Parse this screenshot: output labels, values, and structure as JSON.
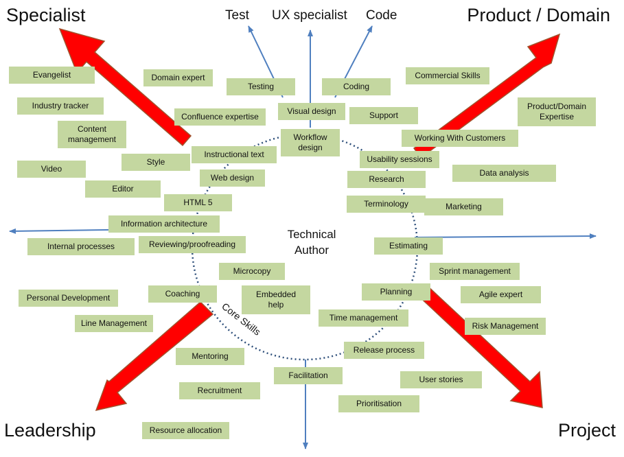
{
  "corners": {
    "specialist": "Specialist",
    "product_domain": "Product / Domain",
    "leadership": "Leadership",
    "project": "Project"
  },
  "axes": {
    "test": "Test",
    "ux_specialist": "UX specialist",
    "code": "Code"
  },
  "center": {
    "line1": "Technical",
    "line2": "Author"
  },
  "core_label": "Core Skills",
  "colors": {
    "box": "#c4d7a0",
    "arrow_red": "#ff0000",
    "arrow_outline": "#a0522d",
    "blue_arrow": "#4f7fbf",
    "circle": "#2e4f7a"
  },
  "skills": [
    {
      "id": "evangelist",
      "text": "Evangelist"
    },
    {
      "id": "domain-expert",
      "text": "Domain expert"
    },
    {
      "id": "testing",
      "text": "Testing"
    },
    {
      "id": "coding",
      "text": "Coding"
    },
    {
      "id": "commercial-skills",
      "text": "Commercial Skills"
    },
    {
      "id": "industry-tracker",
      "text": "Industry tracker"
    },
    {
      "id": "confluence-expertise",
      "text": "Confluence expertise"
    },
    {
      "id": "visual-design",
      "text": "Visual design"
    },
    {
      "id": "support",
      "text": "Support"
    },
    {
      "id": "product-domain-expertise",
      "text": "Product/Domain\nExpertise"
    },
    {
      "id": "content-management",
      "text": "Content\nmanagement"
    },
    {
      "id": "workflow-design",
      "text": "Workflow\ndesign"
    },
    {
      "id": "working-with-customers",
      "text": "Working With Customers"
    },
    {
      "id": "instructional-text",
      "text": "Instructional text"
    },
    {
      "id": "style",
      "text": "Style"
    },
    {
      "id": "usability-sessions",
      "text": "Usability sessions"
    },
    {
      "id": "video",
      "text": "Video"
    },
    {
      "id": "data-analysis",
      "text": "Data analysis"
    },
    {
      "id": "web-design",
      "text": "Web design"
    },
    {
      "id": "research",
      "text": "Research"
    },
    {
      "id": "editor",
      "text": "Editor"
    },
    {
      "id": "html-5",
      "text": "HTML 5"
    },
    {
      "id": "terminology",
      "text": "Terminology"
    },
    {
      "id": "marketing",
      "text": "Marketing"
    },
    {
      "id": "information-architecture",
      "text": "Information architecture"
    },
    {
      "id": "internal-processes",
      "text": "Internal processes"
    },
    {
      "id": "reviewing-proofreading",
      "text": "Reviewing/proofreading"
    },
    {
      "id": "estimating",
      "text": "Estimating"
    },
    {
      "id": "microcopy",
      "text": "Microcopy"
    },
    {
      "id": "sprint-management",
      "text": "Sprint management"
    },
    {
      "id": "coaching",
      "text": "Coaching"
    },
    {
      "id": "embedded-help",
      "text": "Embedded\nhelp"
    },
    {
      "id": "planning",
      "text": "Planning"
    },
    {
      "id": "agile-expert",
      "text": "Agile expert"
    },
    {
      "id": "personal-development",
      "text": "Personal Development"
    },
    {
      "id": "time-management",
      "text": "Time management"
    },
    {
      "id": "line-management",
      "text": "Line Management"
    },
    {
      "id": "risk-management",
      "text": "Risk Management"
    },
    {
      "id": "release-process",
      "text": "Release process"
    },
    {
      "id": "mentoring",
      "text": "Mentoring"
    },
    {
      "id": "facilitation",
      "text": "Facilitation"
    },
    {
      "id": "user-stories",
      "text": "User stories"
    },
    {
      "id": "recruitment",
      "text": "Recruitment"
    },
    {
      "id": "prioritisation",
      "text": "Prioritisation"
    },
    {
      "id": "resource-allocation",
      "text": "Resource allocation"
    }
  ]
}
